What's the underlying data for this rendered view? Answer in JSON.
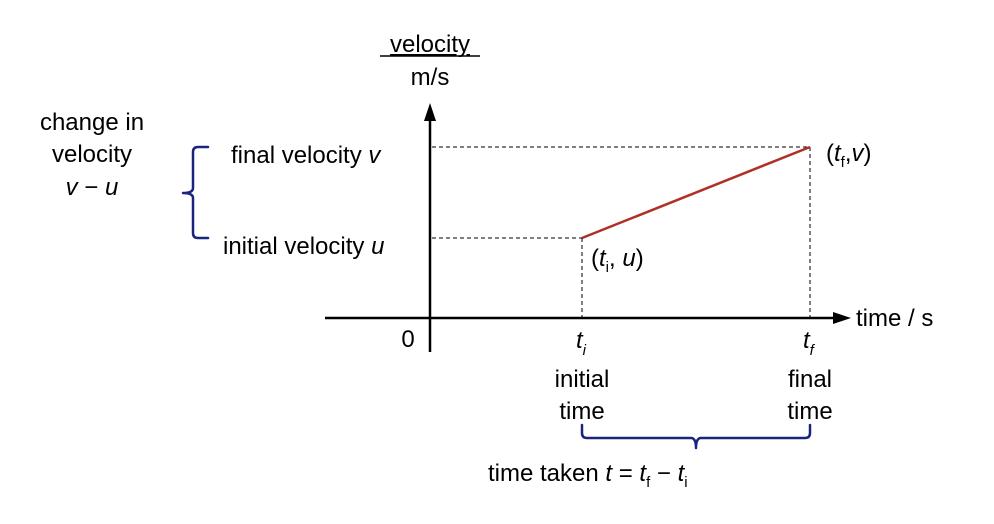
{
  "axes": {
    "y_title": "velocity",
    "y_unit": "m/s",
    "x_label": "time / s",
    "origin": "0"
  },
  "change_in_velocity": {
    "line1": "change in",
    "line2": "velocity",
    "v": "v",
    "minus": " − ",
    "u": "u"
  },
  "final_velocity": {
    "text": "final velocity ",
    "symbol": "v"
  },
  "initial_velocity": {
    "text": "initial velocity ",
    "symbol": "u"
  },
  "point_final": {
    "open": "(",
    "t": "t",
    "sub": "f",
    "comma": ",",
    "v": "v",
    "close": ")"
  },
  "point_initial": {
    "open": "(",
    "t": "t",
    "sub": "i",
    "comma": ", ",
    "u": "u",
    "close": ")"
  },
  "tick_ti": {
    "t": "t",
    "sub": "i"
  },
  "tick_tf": {
    "t": "t",
    "sub": "f"
  },
  "initial_time": {
    "line1": "initial",
    "line2": "time"
  },
  "final_time": {
    "line1": "final",
    "line2": "time"
  },
  "time_taken": {
    "text": "time taken ",
    "t": "t",
    "eq": " = ",
    "t1": "t",
    "sub1": "f",
    "minus": " − ",
    "t2": "t",
    "sub2": "i"
  },
  "colors": {
    "line": "#b03028",
    "brace": "#1a237e",
    "axis": "#000000"
  },
  "chart_data": {
    "type": "line",
    "x": [
      "t_i",
      "t_f"
    ],
    "series": [
      {
        "values": [
          "u",
          "v"
        ]
      }
    ]
  }
}
